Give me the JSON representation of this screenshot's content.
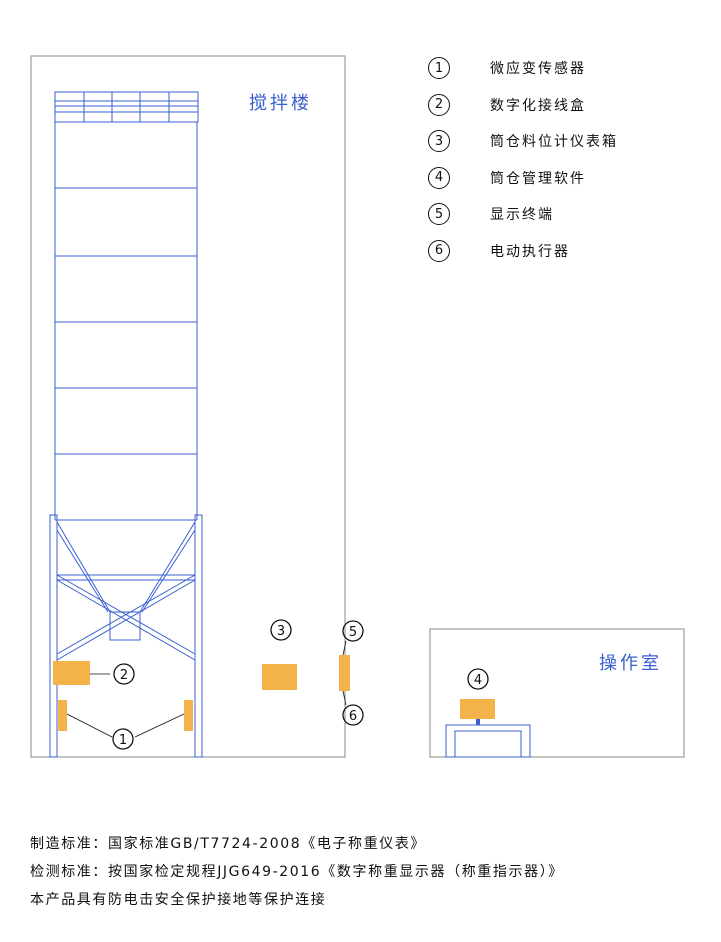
{
  "building_label": "搅拌楼",
  "control_room_label": "操作室",
  "legend": [
    {
      "num": "1",
      "text": "微应变传感器"
    },
    {
      "num": "2",
      "text": "数字化接线盒"
    },
    {
      "num": "3",
      "text": "筒仓料位计仪表箱"
    },
    {
      "num": "4",
      "text": "筒仓管理软件"
    },
    {
      "num": "5",
      "text": "显示终端"
    },
    {
      "num": "6",
      "text": "电动执行器"
    }
  ],
  "callouts": {
    "sensor": "1",
    "junction_box": "2",
    "level_meter_box": "3",
    "software": "4",
    "display": "5",
    "actuator": "6"
  },
  "footer": {
    "line1": "制造标准：国家标准GB/T7724-2008《电子称重仪表》",
    "line2": "检测标准：按国家检定规程JJG649-2016《数字称重显示器（称重指示器）》",
    "line3": "本产品具有防电击安全保护接地等保护连接"
  },
  "colors": {
    "structure": "#3a5fd0",
    "device": "#f4b24b",
    "text_blue": "#3a5fd0",
    "frame": "#888888"
  }
}
